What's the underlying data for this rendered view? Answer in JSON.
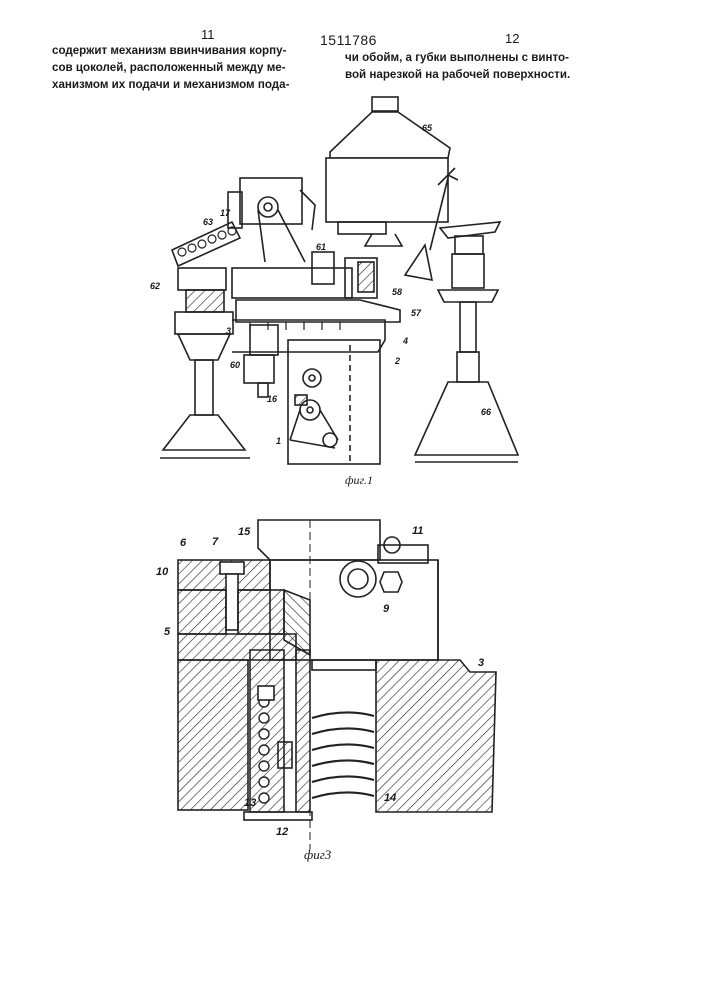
{
  "header": {
    "page_left": "11",
    "patent_number": "1511786",
    "page_right": "12"
  },
  "text": {
    "left_lines": [
      "содержит  механизм ввинчивания корпу-",
      "сов цоколей, расположенный между ме-",
      "ханизмом их подачи и механизмом пода-"
    ],
    "right_lines": [
      "чи обойм, а губки выполнены с винто-",
      "вой нарезкой на рабочей поверхности."
    ]
  },
  "figure1": {
    "caption": "фиг.1",
    "labels": {
      "l65": "65",
      "l17": "17",
      "l63": "63",
      "l61": "61",
      "l62": "62",
      "l58": "58",
      "l57": "57",
      "l3": "3",
      "l4": "4",
      "l2": "2",
      "l60": "60",
      "l16": "16",
      "l1": "1",
      "l66": "66"
    }
  },
  "figure3": {
    "caption": "фиг3",
    "labels": {
      "l6": "6",
      "l7": "7",
      "l15": "15",
      "l11": "11",
      "l10": "10",
      "l9": "9",
      "l5": "5",
      "l3": "3",
      "l13": "13",
      "l14": "14",
      "l12": "12"
    }
  }
}
